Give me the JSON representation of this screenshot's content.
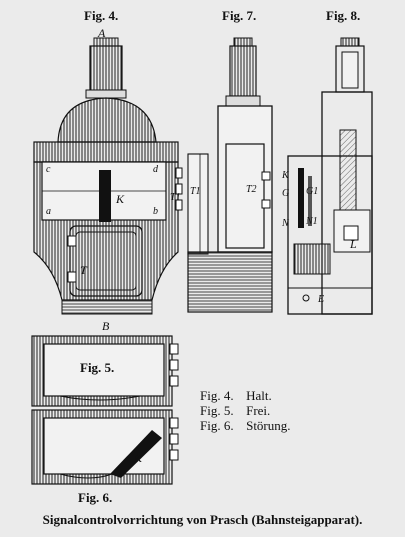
{
  "figures": {
    "fig4": "Fig. 4.",
    "fig7": "Fig. 7.",
    "fig8": "Fig. 8.",
    "fig5": "Fig. 5.",
    "fig6": "Fig. 6."
  },
  "legend": [
    {
      "fig": "Fig. 4.",
      "meaning": "Halt."
    },
    {
      "fig": "Fig. 5.",
      "meaning": "Frei."
    },
    {
      "fig": "Fig. 6.",
      "meaning": "Störung."
    }
  ],
  "caption": "Signalcontrolvorrichtung von Prasch (Bahnsteigapparat).",
  "labels": {
    "fig4": {
      "A": "A",
      "B": "B",
      "K": "K",
      "T": "T",
      "T1": "T1",
      "a": "a",
      "b": "b",
      "c": "c",
      "d": "d"
    },
    "fig7": {
      "T1": "T1",
      "T2": "T2"
    },
    "fig8": {
      "K": "K",
      "G": "G",
      "G1": "G1",
      "N": "N",
      "N1": "N1",
      "L": "L",
      "E": "E"
    },
    "fig6": {
      "K": "K"
    }
  }
}
